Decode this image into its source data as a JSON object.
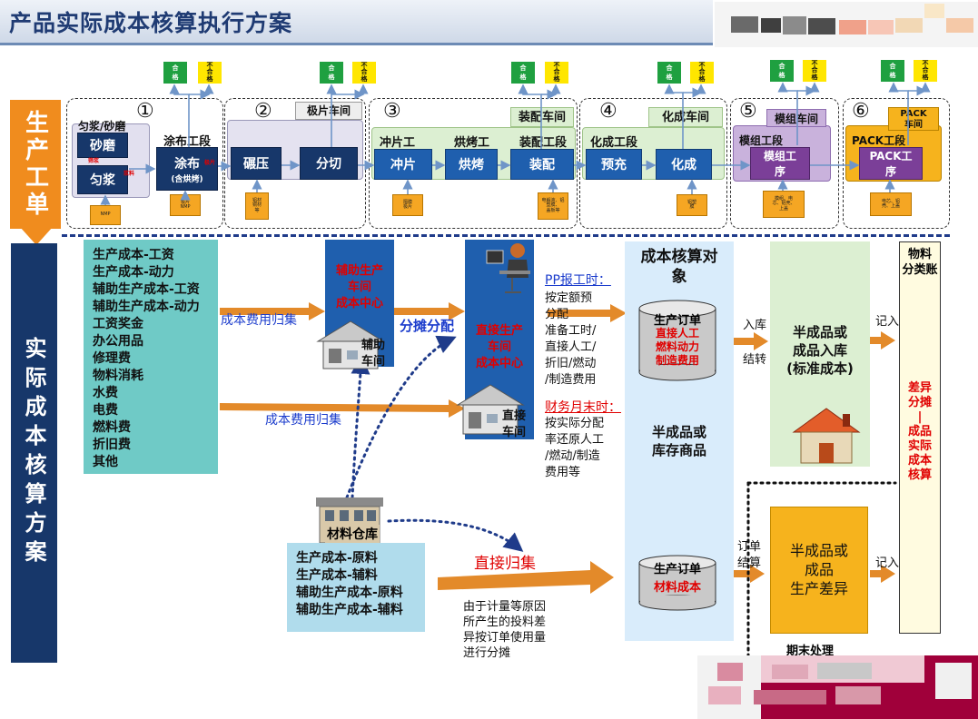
{
  "title": "产品实际成本核算执行方案",
  "left_labels": {
    "production_order": "生产工单",
    "cost_plan": "实际成本核算方案"
  },
  "stages": [
    {
      "num": "①",
      "sub_labels": [
        "匀浆/砂磨",
        "涂布工段"
      ],
      "boxes": [
        "砂磨",
        "匀浆",
        "涂布"
      ],
      "note": "(含烘烤)",
      "tiny_red": [
        "筛浆",
        "浆料",
        "极片"
      ],
      "small_boxes": [
        "NMP",
        "极片\nNMP"
      ]
    },
    {
      "num": "②",
      "header": "极片车间",
      "boxes": [
        "碾压",
        "分切"
      ],
      "small_boxes": [
        "铝材\n铜材\n等"
      ]
    },
    {
      "num": "③",
      "sub_labels": [
        "冲片工",
        "烘烤工",
        "装配工段"
      ],
      "header": "装配车间",
      "boxes": [
        "冲片",
        "烘烤",
        "装配"
      ],
      "small_boxes": [
        "隔膜\n极片",
        "电解液、铝\n塑膜、\n盖板等"
      ]
    },
    {
      "num": "④",
      "header": "化成车间",
      "sub_labels": [
        "化成工段"
      ],
      "boxes": [
        "预充",
        "化成"
      ],
      "small_boxes": [
        "铝塑\n膜"
      ]
    },
    {
      "num": "⑤",
      "header": "模组车间",
      "sub_labels": [
        "模组工段"
      ],
      "boxes": [
        "模组工\n序"
      ],
      "small_boxes": [
        "模组、电\n芯、铝壳、\n上盖"
      ]
    },
    {
      "num": "⑥",
      "header": "PACK\n车间",
      "sub_labels": [
        "PACK工段"
      ],
      "boxes": [
        "PACK工\n序"
      ],
      "small_boxes": [
        "电芯、铝\n壳、上盖"
      ]
    }
  ],
  "qc": {
    "ok": "合\n格",
    "ng": "不\n合\n格"
  },
  "cost_items": [
    "生产成本-工资",
    "生产成本-动力",
    "辅助生产成本-工资",
    "辅助生产成本-动力",
    "工资奖金",
    "办公用品",
    "修理费",
    "物料消耗",
    "水费",
    "电费",
    "燃料费",
    "折旧费",
    "其他"
  ],
  "material_items": [
    "生产成本-原料",
    "生产成本-辅料",
    "辅助生产成本-原料",
    "辅助生产成本-辅料"
  ],
  "arrows": {
    "cost_collect_1": "成本费用归集",
    "cost_collect_2": "成本费用归集",
    "allocate": "分摊分配",
    "direct_collect": "直接归集",
    "inbound": "入库",
    "transfer": "结转",
    "record_1": "记入",
    "record_2": "记入",
    "order_settle_a": "订单",
    "order_settle_b": "结算"
  },
  "aux_center": {
    "title": "辅助生产\n车间\n成本中心",
    "building": "辅助\n车间"
  },
  "direct_center": {
    "title": "直接生产\n车间\n成本中心",
    "building": "直接\n车间"
  },
  "pp_text": {
    "head": "PP报工时：",
    "body": "按定额预\n分配\n准备工时/\n直接人工/\n折旧/燃动\n/制造费用",
    "fin_head": "财务月末时：",
    "fin_body": "按实际分配\n率还原人工\n/燃动/制造\n费用等"
  },
  "cost_object": {
    "title": "成本核算对\n象",
    "cyl1_title": "生产订单",
    "cyl1_items": "直接人工\n燃料动力\n制造费用",
    "mid": "半成品或\n库存商品",
    "cyl2_title": "生产订单",
    "cyl2_items": "材料成本"
  },
  "semi_in": "半成品或\n成品入库\n(标准成本)",
  "semi_diff": "半成品或\n成品\n生产差异",
  "ledger": {
    "title": "物料\n分类账",
    "red": "差异\n分摊\n|\n成品\n实际\n成本\n核算"
  },
  "warehouse": "材料仓库",
  "variance_note": "由于计量等原因\n所产生的投料差\n异按订单使用量\n进行分摊",
  "period_end": "期末处理"
}
